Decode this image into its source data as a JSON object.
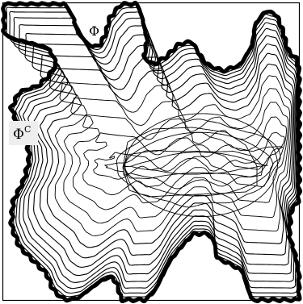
{
  "labels": {
    "phi": "Φ",
    "phi_complement_base": "Φ",
    "phi_complement_sup": "C"
  },
  "colors": {
    "ink": "#000000",
    "background": "#ffffff",
    "label_box": "#eeeeee"
  }
}
